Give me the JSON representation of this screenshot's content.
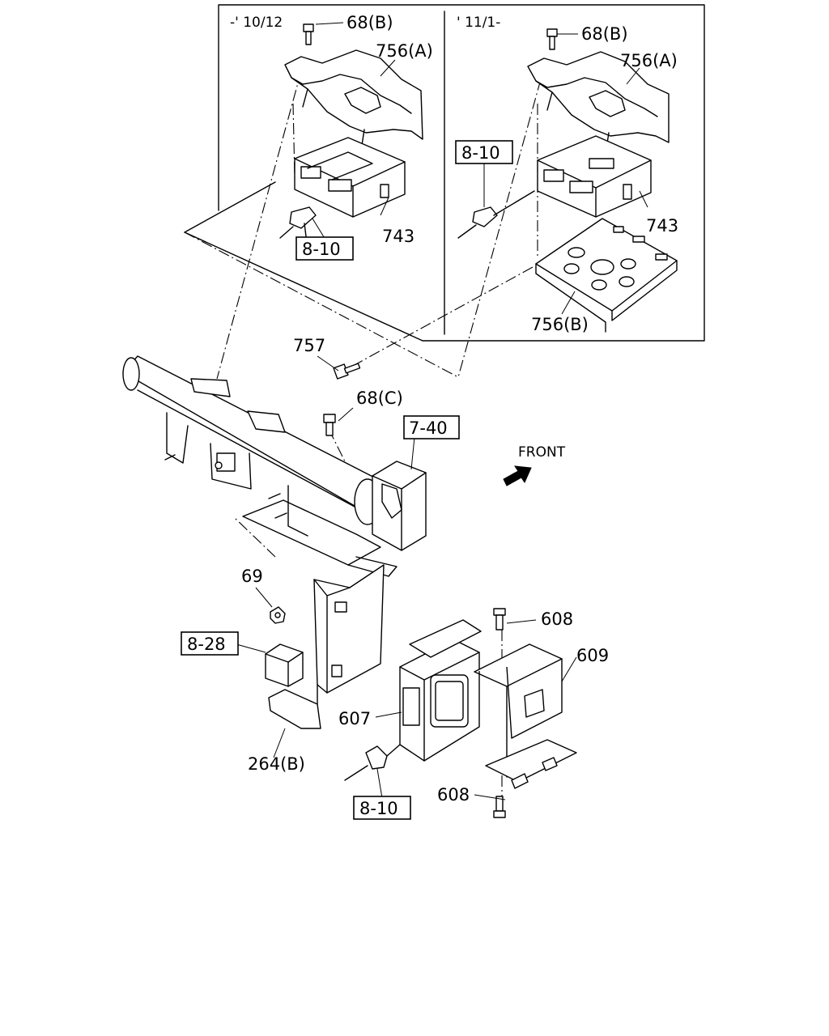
{
  "title": "",
  "variants": {
    "left_range": "-' 10/12",
    "right_range": "' 11/1-"
  },
  "labels": {
    "p68b_left": "68(B)",
    "p756a_left": "756(A)",
    "p743_left": "743",
    "ref810_left": "8-10",
    "p68b_right": "68(B)",
    "p756a_right": "756(A)",
    "ref810_right": "8-10",
    "p743_right": "743",
    "p756b_right": "756(B)",
    "p757": "757",
    "p68c": "68(C)",
    "ref740": "7-40",
    "front": "FRONT",
    "p69": "69",
    "p608_top": "608",
    "p609": "609",
    "ref828": "8-28",
    "p607": "607",
    "p264b": "264(B)",
    "p608_bottom": "608",
    "ref810_bottom": "8-10"
  }
}
